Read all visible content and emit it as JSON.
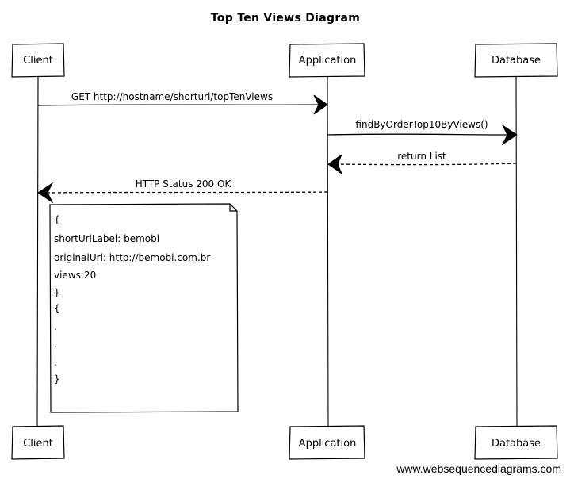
{
  "diagram": {
    "title": "Top Ten Views Diagram",
    "participants": [
      {
        "id": "client",
        "label": "Client"
      },
      {
        "id": "application",
        "label": "Application"
      },
      {
        "id": "database",
        "label": "Database"
      }
    ],
    "messages": [
      {
        "from": "client",
        "to": "application",
        "label": "GET http://hostname/shorturl/topTenViews",
        "style": "solid"
      },
      {
        "from": "application",
        "to": "database",
        "label": "findByOrderTop10ByViews()",
        "style": "solid"
      },
      {
        "from": "database",
        "to": "application",
        "label": "return List",
        "style": "dashed"
      },
      {
        "from": "application",
        "to": "client",
        "label": "HTTP Status 200 OK",
        "style": "dashed"
      }
    ],
    "note": {
      "lines": [
        "{",
        "shortUrlLabel: bemobi",
        "originalUrl: http://bemobi.com.br",
        "views:20",
        "}",
        "{",
        ".",
        ".",
        ".",
        "}"
      ]
    },
    "footer": "www.websequencediagrams.com"
  }
}
